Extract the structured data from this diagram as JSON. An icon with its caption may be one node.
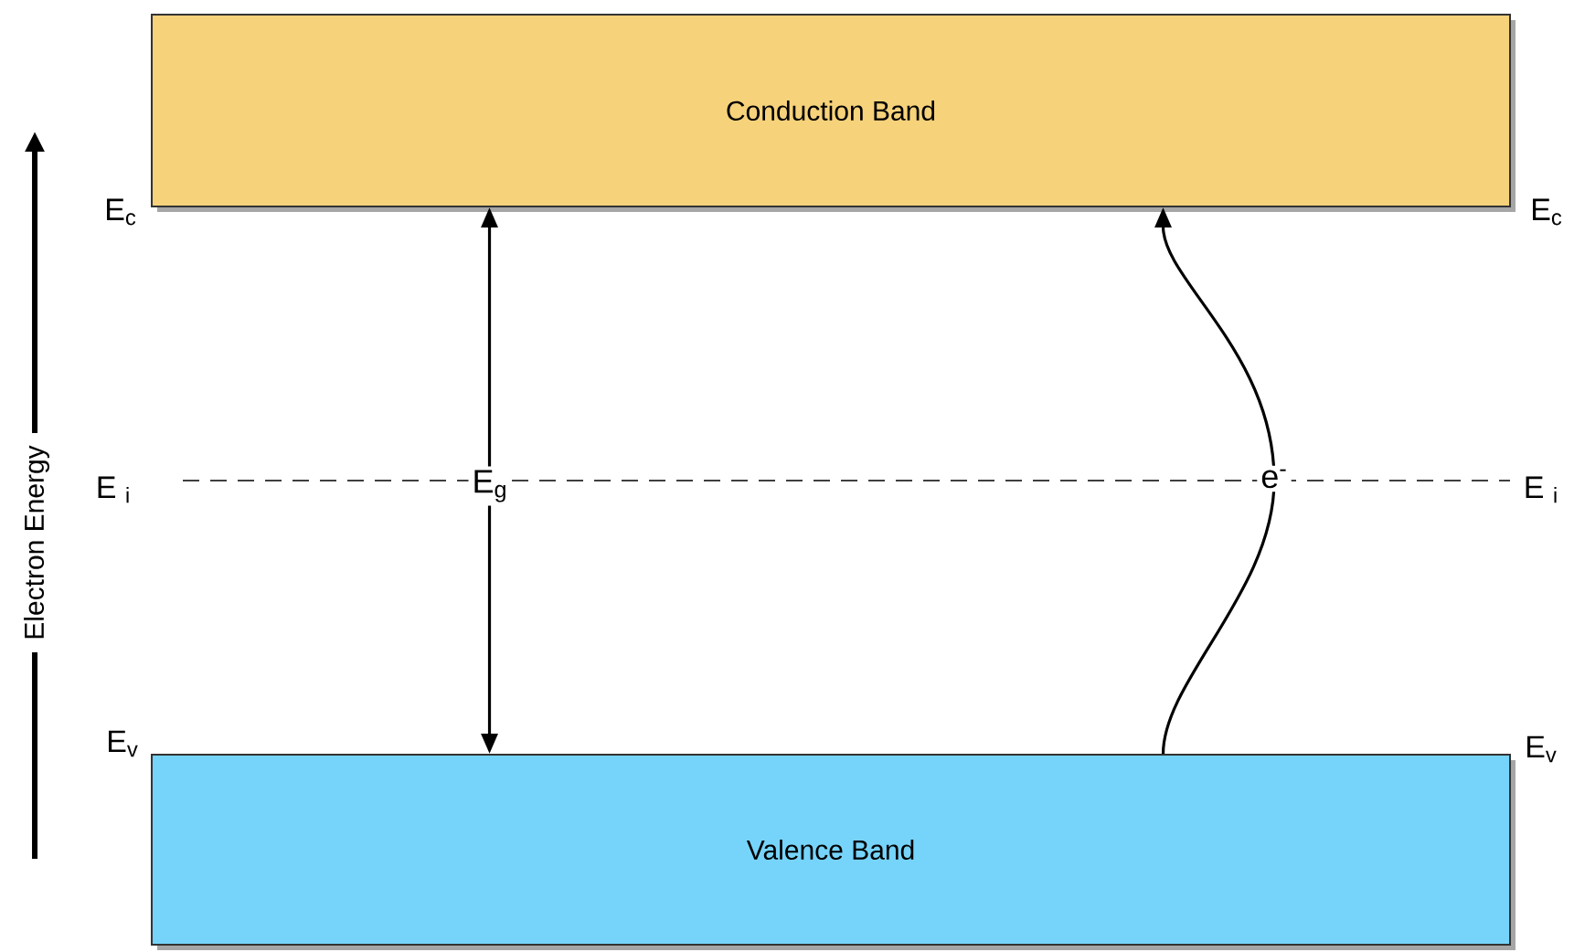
{
  "diagram": {
    "nodes": [
      {
        "text": [
          "Conduction Band"
        ]
      },
      {
        "text": [
          "Valence Band"
        ]
      }
    ],
    "edges": [
      {
        "from": 0,
        "to": 1,
        "arrow": "both",
        "label": "E$_{g}$"
      },
      {
        "from": 1,
        "to": 0,
        "arrow": "to",
        "label": "e$^{-}$"
      }
    ],
    "labels": [
      "E$_{c}$",
      "E$_{c}$",
      "Electron Energy",
      "E $_{i}$",
      "E $_{i}$",
      "E$_{v}$",
      "E$_{v}$"
    ]
  }
}
